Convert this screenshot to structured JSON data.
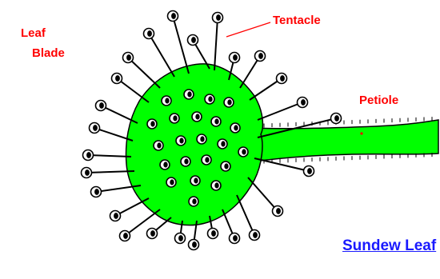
{
  "labels": {
    "leaf_line1": "Leaf",
    "leaf_line2": "Blade",
    "tentacle": "Tentacle",
    "petiole": "Petiole",
    "title": "Sundew Leaf"
  },
  "colors": {
    "blade_fill": "#00ff00",
    "outline": "#000000",
    "label_red": "#ff0000",
    "title_blue": "#1a1aff",
    "petiole_dot": "#ff0000"
  }
}
